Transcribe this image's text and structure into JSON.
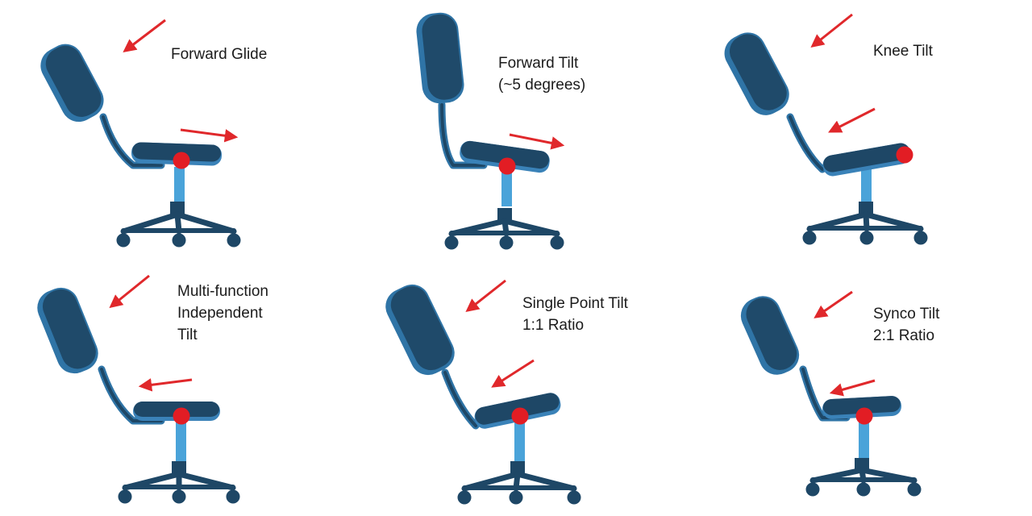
{
  "colors": {
    "backrest_fill": "#1f4a6a",
    "backrest_edge": "#2f74a6",
    "seat_fill": "#1e4766",
    "seat_edge": "#3a82b8",
    "post": "#4aa3d9",
    "base": "#1e4766",
    "pivot": "#e21d24",
    "arrow": "#e0282b"
  },
  "panels": [
    {
      "id": "forward-glide",
      "label_lines": [
        "Forward Glide"
      ],
      "icons": {
        "chair": "office-chair-icon",
        "pivot": "pivot-point-icon",
        "arrows": [
          "backrest-arrow-icon",
          "seat-arrow-icon"
        ]
      }
    },
    {
      "id": "forward-tilt",
      "label_lines": [
        "Forward Tilt",
        "(~5 degrees)"
      ],
      "icons": {
        "chair": "office-chair-icon",
        "pivot": "pivot-point-icon",
        "arrows": [
          "seat-arrow-icon"
        ]
      }
    },
    {
      "id": "knee-tilt",
      "label_lines": [
        "Knee Tilt"
      ],
      "icons": {
        "chair": "office-chair-icon",
        "pivot": "pivot-point-icon",
        "arrows": [
          "backrest-arrow-icon",
          "seat-arrow-icon"
        ]
      }
    },
    {
      "id": "multi-function-independent-tilt",
      "label_lines": [
        "Multi-function",
        "Independent",
        "Tilt"
      ],
      "icons": {
        "chair": "office-chair-icon",
        "pivot": "pivot-point-icon",
        "arrows": [
          "backrest-arrow-icon",
          "seat-arrow-icon"
        ]
      }
    },
    {
      "id": "single-point-tilt",
      "label_lines": [
        "Single Point Tilt",
        "1:1 Ratio"
      ],
      "icons": {
        "chair": "office-chair-icon",
        "pivot": "pivot-point-icon",
        "arrows": [
          "backrest-arrow-icon",
          "seat-arrow-icon"
        ]
      }
    },
    {
      "id": "synco-tilt",
      "label_lines": [
        "Synco Tilt",
        "2:1 Ratio"
      ],
      "icons": {
        "chair": "office-chair-icon",
        "pivot": "pivot-point-icon",
        "arrows": [
          "backrest-arrow-icon",
          "seat-arrow-icon"
        ]
      }
    }
  ]
}
